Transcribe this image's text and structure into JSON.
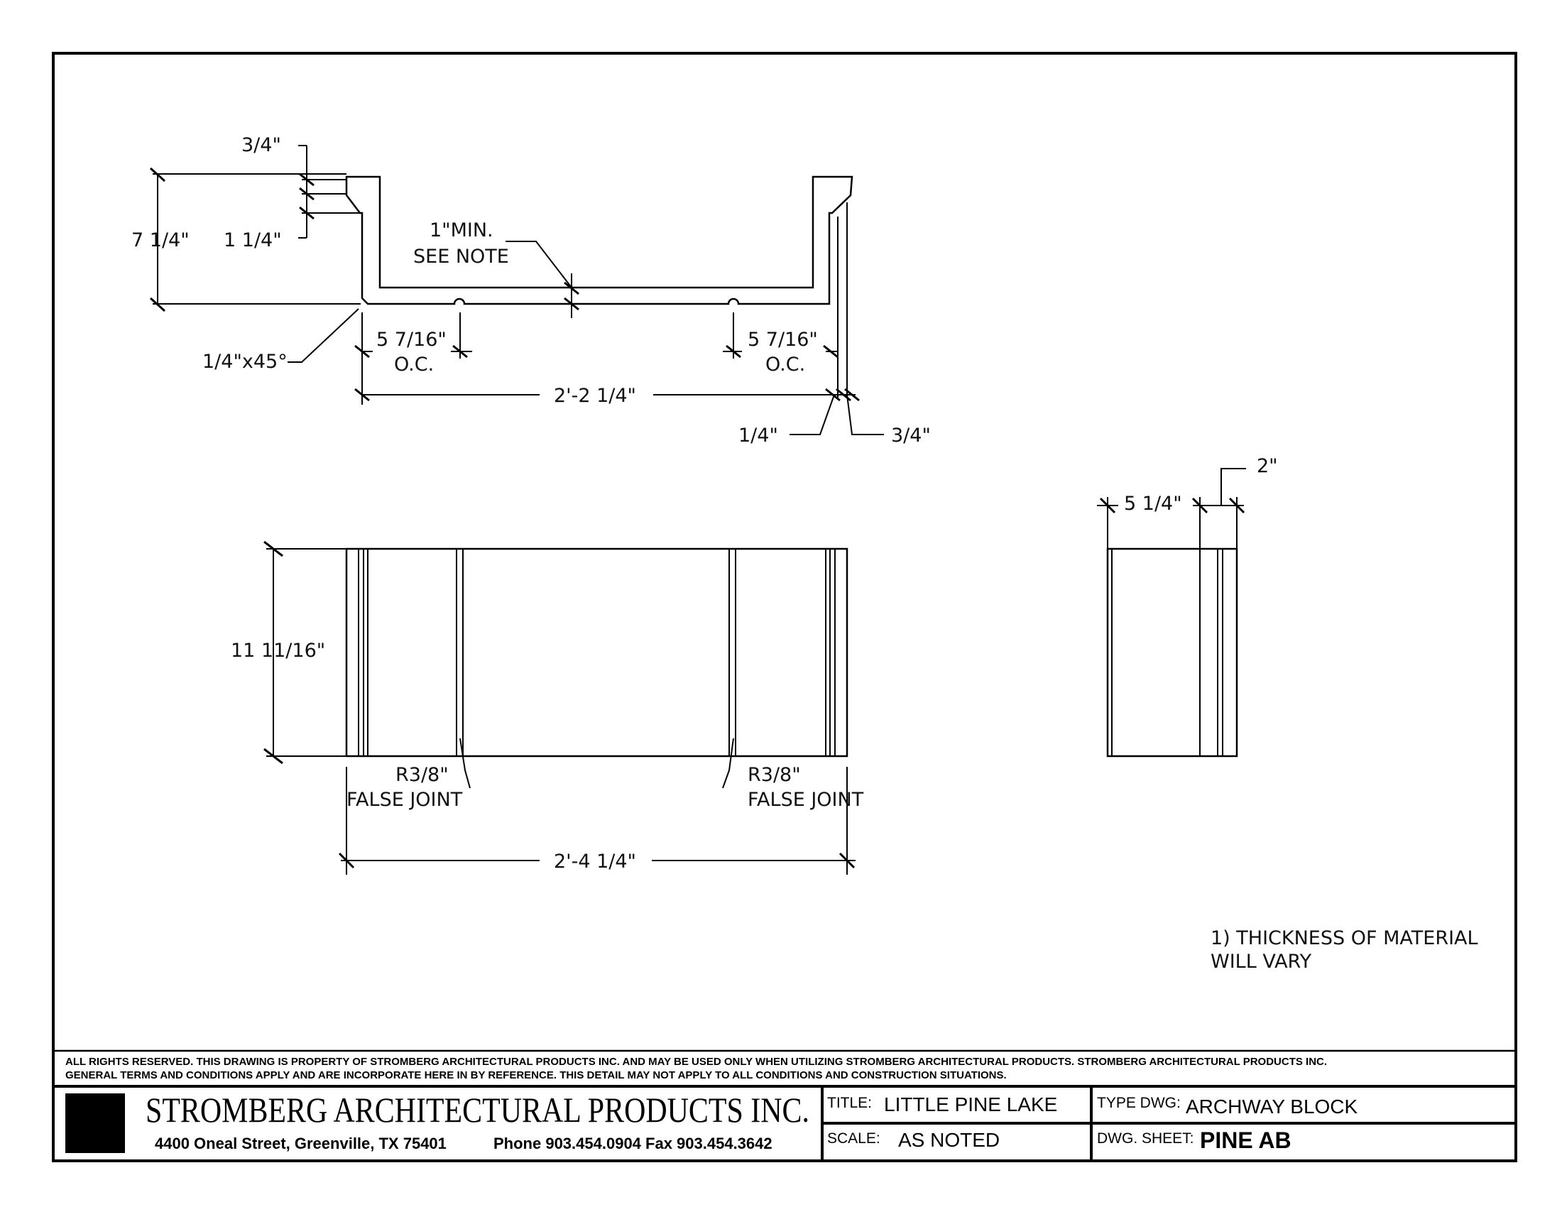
{
  "section_view": {
    "dims": {
      "flange_top": "3/4\"",
      "overall_height": "7 1/4\"",
      "flange_depth": "1 1/4\"",
      "min_note_line1": "1\"MIN.",
      "min_note_line2": "SEE NOTE",
      "chamfer": "1/4\"x45°",
      "oc_left_value": "5 7/16\"",
      "oc_left_label": "O.C.",
      "oc_right_value": "5 7/16\"",
      "oc_right_label": "O.C.",
      "overall_width": "2'-2 1/4\"",
      "small_left": "1/4\"",
      "small_right": "3/4\""
    }
  },
  "plan_view": {
    "dims": {
      "height": "11 11/16\"",
      "joint_left_radius": "R3/8\"",
      "joint_left_label": "FALSE JOINT",
      "joint_right_radius": "R3/8\"",
      "joint_right_label": "FALSE JOINT",
      "overall_length": "2'-4 1/4\""
    }
  },
  "end_view": {
    "dims": {
      "depth": "5 1/4\"",
      "lip": "2\""
    }
  },
  "notes": {
    "line1": "1) THICKNESS OF MATERIAL",
    "line2": "WILL VARY"
  },
  "legal": {
    "line1": "ALL RIGHTS RESERVED. THIS DRAWING IS PROPERTY OF STROMBERG ARCHITECTURAL PRODUCTS INC. AND MAY BE USED ONLY WHEN UTILIZING STROMBERG ARCHITECTURAL PRODUCTS.  STROMBERG ARCHITECTURAL PRODUCTS INC.",
    "line2": "GENERAL TERMS AND CONDITIONS APPLY AND ARE INCORPORATE HERE IN BY REFERENCE.  THIS DETAIL MAY NOT APPLY TO ALL CONDITIONS AND CONSTRUCTION SITUATIONS."
  },
  "title_block": {
    "company": "STROMBERG ARCHITECTURAL PRODUCTS INC.",
    "address": "4400 Oneal Street, Greenville, TX  75401",
    "contact": "Phone 903.454.0904   Fax 903.454.3642",
    "title_label": "TITLE:",
    "title_value": "LITTLE PINE LAKE",
    "scale_label": "SCALE:",
    "scale_value": "AS NOTED",
    "type_label": "TYPE DWG:",
    "type_value": "ARCHWAY BLOCK",
    "sheet_label": "DWG. SHEET:",
    "sheet_value": "PINE AB"
  }
}
